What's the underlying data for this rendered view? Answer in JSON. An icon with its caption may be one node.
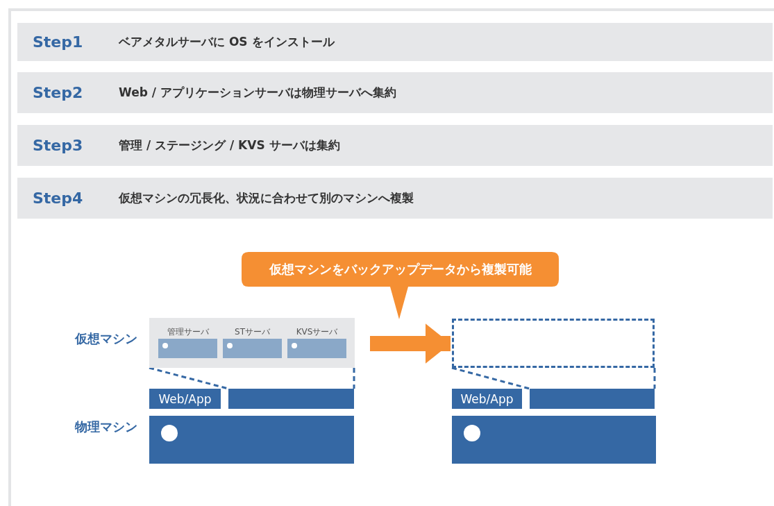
{
  "diagram": {
    "nodes": [
      {
        "text": [
          "Step1",
          "ベアメタルサーバに OS をインストール"
        ]
      },
      {
        "text": [
          "Step2",
          "Web / アプリケーションサーバは物理サーバへ集約"
        ]
      },
      {
        "text": [
          "Step3",
          "管理 / ステージング / KVS サーバは集約"
        ]
      },
      {
        "text": [
          "Step4",
          "仮想マシンの冗長化、状況に合わせて別のマシンへ複製"
        ]
      },
      {
        "text": [
          "仮想マシンをバックアップデータから複製可能"
        ]
      },
      {
        "text": [],
        "shape": "box"
      },
      {
        "text": [
          "管理サーバ"
        ],
        "in": 5
      },
      {
        "text": [
          "STサーバ"
        ],
        "in": 5
      },
      {
        "text": [
          "KVSサーバ"
        ],
        "in": 5
      },
      {
        "text": [
          "Web/App"
        ]
      },
      {
        "text": [],
        "shape": "box"
      },
      {
        "text": [],
        "shape": "box"
      },
      {
        "text": [],
        "shape": "box"
      },
      {
        "text": [
          "Web/App"
        ]
      },
      {
        "text": [],
        "shape": "box"
      },
      {
        "text": [],
        "shape": "box"
      }
    ],
    "edges": [
      {
        "from": 5,
        "to": 12,
        "arrow": "to",
        "style": "thick",
        "color": "#f58f33"
      },
      {
        "from": 5,
        "to": 10,
        "arrow": "none",
        "style": "dashed"
      },
      {
        "from": 12,
        "to": 14,
        "arrow": "none",
        "style": "dashed"
      }
    ],
    "labels": [
      "仮想マシン",
      "物理マシン"
    ]
  }
}
